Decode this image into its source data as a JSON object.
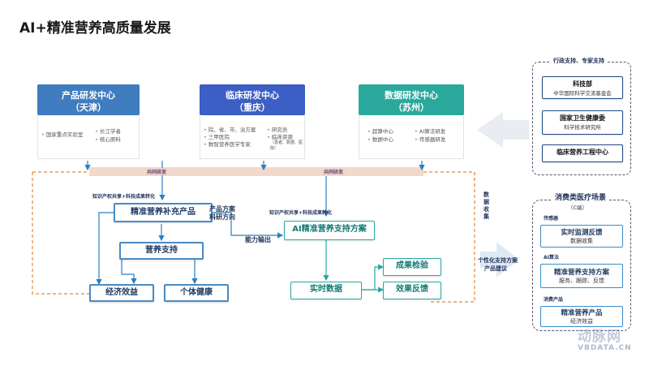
{
  "title": "AI+精准营养高质量发展",
  "centers": [
    {
      "title": "产品研发中心",
      "city": "（天津）",
      "items": [
        "国家重点实验室",
        "长江学者",
        "核心原料"
      ]
    },
    {
      "title": "临床研发中心",
      "city": "（重庆）",
      "items": [
        "院、省、市、治方案",
        "三甲医院",
        "数智营养医学专家",
        "研究员",
        "临床资源",
        "（患者、数据、医院）"
      ]
    },
    {
      "title": "数据研发中心",
      "city": "（苏州）",
      "items": [
        "超算中心",
        "数据中心",
        "AI算法研发",
        "传感器研发"
      ]
    }
  ],
  "band_labels": [
    "共同研发",
    "共同研发"
  ],
  "flow": {
    "ip_label_left": "知识产权共享+科技成果转化",
    "ip_label_right": "知识产权共享+科技成果转化",
    "product": "精准营养补充产品",
    "product_plan": "产品方案",
    "research_direction": "科研方向",
    "capability_output": "能力输出",
    "ai_plan": "AI精准营养支持方案",
    "nutrition_support": "营养支持",
    "economic_benefit": "经济效益",
    "personal_health": "个体健康",
    "realtime_data": "实时数据",
    "outcome_check": "成果检验",
    "effect_feedback": "效果反馈",
    "data_collection": "数据收集",
    "personalized_plan": "个性化支持方案",
    "product_suggestion": "产品建议"
  },
  "admin_panel": {
    "header": "行政支持、专家支持",
    "boxes": [
      {
        "title": "科技部",
        "sub": "中华国际科学交流基金会"
      },
      {
        "title": "国家卫生健康委",
        "sub": "科学技术研究所"
      },
      {
        "title": "临床营养工程中心",
        "sub": ""
      }
    ]
  },
  "consumer_panel": {
    "header": "消费类医疗场景",
    "subheader": "（C端）",
    "sections": [
      {
        "label": "传感器",
        "title": "实时监测反馈",
        "sub": "数据收集"
      },
      {
        "label": "AI算法",
        "title": "精准营养支持方案",
        "sub": "服务、跟踪、反馈"
      },
      {
        "label": "消费产品",
        "title": "精准营养产品",
        "sub": "经济效益"
      }
    ]
  },
  "watermark": {
    "logo": "动脉网",
    "url": "VBDATA.CN"
  },
  "colors": {
    "center1": "#3f7cc0",
    "center2": "#3b5fc4",
    "center3": "#2ba89c"
  }
}
